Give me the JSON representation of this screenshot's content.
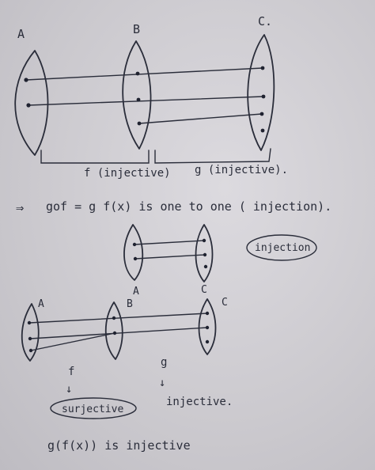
{
  "diagram1": {
    "set_labels": [
      "A",
      "B",
      "C."
    ],
    "brace_labels": [
      "f (injective)",
      "g (injective)."
    ]
  },
  "statement": {
    "arrow": "⇒",
    "text": "gof = g f(x) is one to one ( injection)."
  },
  "diagram2": {
    "set_labels": [
      "A",
      "C"
    ],
    "badge": "injection"
  },
  "diagram3": {
    "set_labels": [
      "A",
      "B",
      "C"
    ],
    "map_labels": [
      "f",
      "g"
    ],
    "down_arrow": "↓",
    "f_result": "surjective",
    "g_result": "injective."
  },
  "conclusion": "g(f(x)) is injective"
}
